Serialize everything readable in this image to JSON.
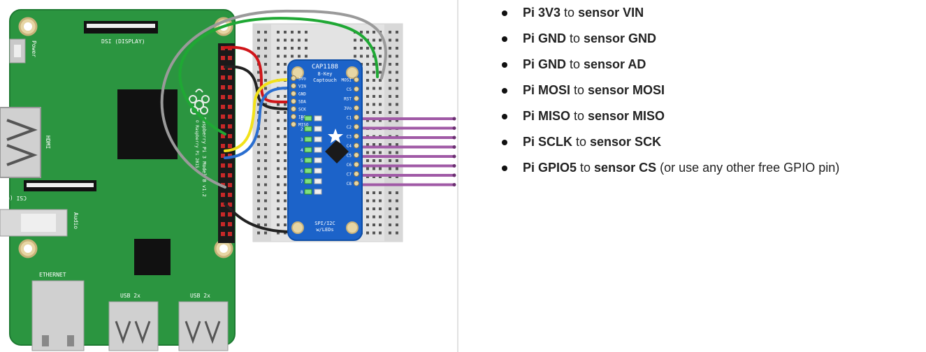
{
  "diagram": {
    "pi": {
      "dsi_label": "DSI (DISPLAY)",
      "power_label": "Power",
      "hdmi_label": "HDMI",
      "csi_label": "CSI (CAMERA)",
      "audio_label": "Audio",
      "ethernet_label": "ETHERNET",
      "usb1_label": "USB 2x",
      "usb2_label": "USB 2x",
      "model_label": "Raspberry Pi 3 Model B v1.2",
      "copyright_label": "© Raspberry Pi 2015"
    },
    "sensor": {
      "name": "CAP1188",
      "subtitle_1": "8-Key",
      "subtitle_2": "Captouch",
      "bottom_1": "SPI/I2C",
      "bottom_2": "w/LEDs",
      "left_pins": [
        "3Vo",
        "VIN",
        "GND",
        "SDA",
        "SCK",
        "IRQ",
        "MISO"
      ],
      "right_pins": [
        "MOSI",
        "CS",
        "RST",
        "3Vo",
        "C1",
        "C2",
        "C3",
        "C4",
        "C5",
        "C6",
        "C7",
        "C8"
      ],
      "led_labels": [
        "1",
        "2",
        "3",
        "4",
        "5",
        "6",
        "7",
        "8"
      ]
    },
    "wire_colors": {
      "red": "#d0161a",
      "black": "#222222",
      "yellow": "#f2e21b",
      "blue": "#2a6ed0",
      "green": "#1fa834",
      "gray": "#9a9a9a",
      "purple": "#a05aa6"
    }
  },
  "wiring": [
    {
      "pi": "Pi 3V3",
      "to": " to ",
      "sensor": "sensor VIN",
      "note": ""
    },
    {
      "pi": "Pi GND",
      "to": " to ",
      "sensor": "sensor GND",
      "note": ""
    },
    {
      "pi": "Pi GND",
      "to": " to ",
      "sensor": "sensor AD",
      "note": ""
    },
    {
      "pi": "Pi MOSI",
      "to": " to ",
      "sensor": "sensor MOSI",
      "note": ""
    },
    {
      "pi": "Pi MISO",
      "to": " to ",
      "sensor": "sensor MISO",
      "note": ""
    },
    {
      "pi": "Pi SCLK",
      "to": " to ",
      "sensor": "sensor SCK",
      "note": ""
    },
    {
      "pi": "Pi GPIO5",
      "to": " to ",
      "sensor": "sensor CS",
      "note": " (or use any other free GPIO pin)"
    }
  ]
}
